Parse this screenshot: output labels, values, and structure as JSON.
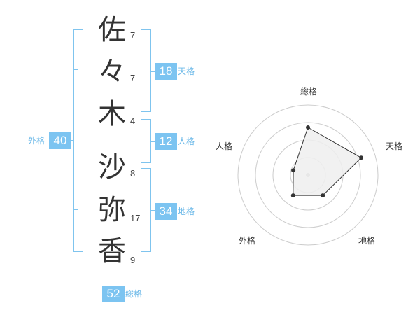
{
  "name": {
    "characters": [
      {
        "char": "佐",
        "strokes": "7"
      },
      {
        "char": "々",
        "strokes": "7"
      },
      {
        "char": "木",
        "strokes": "4"
      },
      {
        "char": "沙",
        "strokes": "8"
      },
      {
        "char": "弥",
        "strokes": "17"
      },
      {
        "char": "香",
        "strokes": "9"
      }
    ]
  },
  "fortune": {
    "tenkaku": {
      "value": "18",
      "label": "天格"
    },
    "jinkaku": {
      "value": "12",
      "label": "人格"
    },
    "chikaku": {
      "value": "34",
      "label": "地格"
    },
    "gaikaku": {
      "value": "40",
      "label": "外格"
    },
    "soukaku": {
      "value": "52",
      "label": "総格"
    }
  },
  "radar": {
    "axes": [
      "総格",
      "天格",
      "地格",
      "外格",
      "人格"
    ],
    "values": [
      0.68,
      0.8,
      0.36,
      0.36,
      0.22
    ],
    "ring_count": 4,
    "colors": {
      "ring": "#cccccc",
      "fill": "#efefef",
      "line": "#333333",
      "point": "#333333",
      "center": "#bbbbbb"
    }
  },
  "colors": {
    "bracket": "#7fc4ee",
    "badge": "#7cc4f1",
    "badge_label": "#6ab8e8"
  }
}
